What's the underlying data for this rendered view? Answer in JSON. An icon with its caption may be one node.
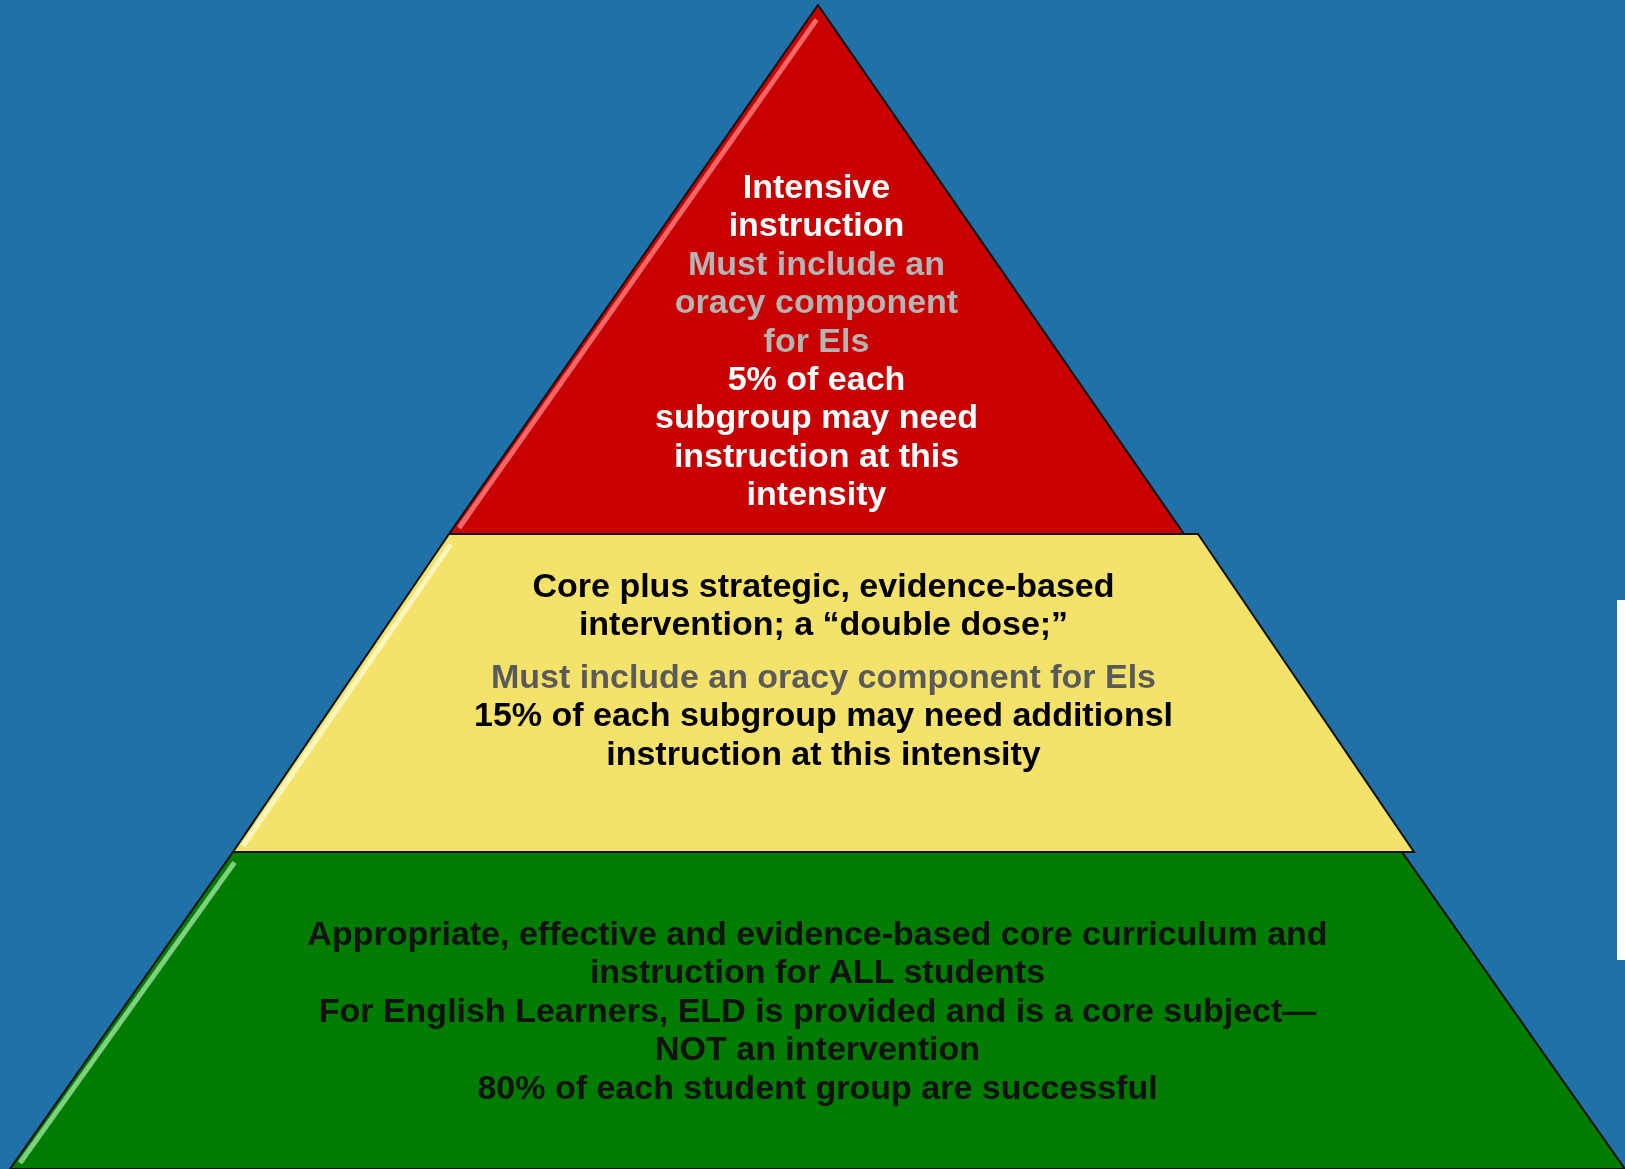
{
  "diagram": {
    "nodes": [
      {
        "text": [
          "Intensive instruction",
          "Must include an oracy component for Els",
          "5% of each subgroup may need instruction at this intensity"
        ]
      },
      {
        "text": [
          "Core plus strategic, evidence-based intervention; a “double dose;”",
          "Must include an oracy component for Els",
          "15% of each subgroup may need additionsl instruction at this intensity"
        ]
      },
      {
        "text": [
          "Appropriate, effective and evidence-based core curriculum and instruction for ALL students",
          "For English Learners, ELD is provided and is a core subject—NOT an intervention",
          "80% of each student group are successful"
        ]
      }
    ]
  }
}
